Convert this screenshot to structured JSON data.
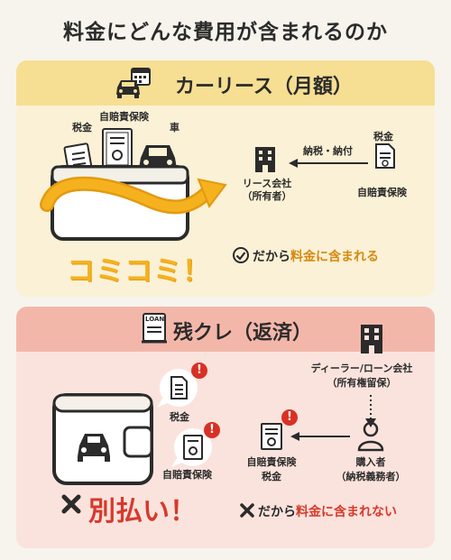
{
  "title": "料金にどんな費用が含まれるのか",
  "lease": {
    "heading": "カーリース（月額）",
    "item_tax": "税金",
    "item_insurance": "自賠責保険",
    "item_car": "車",
    "bundle_label": "コミコミ！",
    "company_line1": "リース会社",
    "company_line2": "（所有者）",
    "arrow_label": "納税・納付",
    "doc_tax": "税金",
    "doc_insurance": "自賠責保険",
    "note_prefix": "だから",
    "note_accent": "料金に含まれる",
    "colors": {
      "accent": "#f5b21e",
      "check": "#2e8b57"
    }
  },
  "loan": {
    "heading": "残クレ（返済）",
    "loan_doc": "LOAN",
    "item_tax": "税金",
    "item_insurance": "自賠責保険",
    "dealer_line1": "ディーラー/ローン会社",
    "dealer_line2": "（所有権留保）",
    "doc_line1": "自賠責保険",
    "doc_line2": "税金",
    "buyer_line1": "購入者",
    "buyer_line2": "（納税義務者）",
    "separate_label": "別払い！",
    "note_prefix": "だから",
    "note_accent": "料金に含まれない",
    "colors": {
      "alert": "#d93025"
    }
  }
}
